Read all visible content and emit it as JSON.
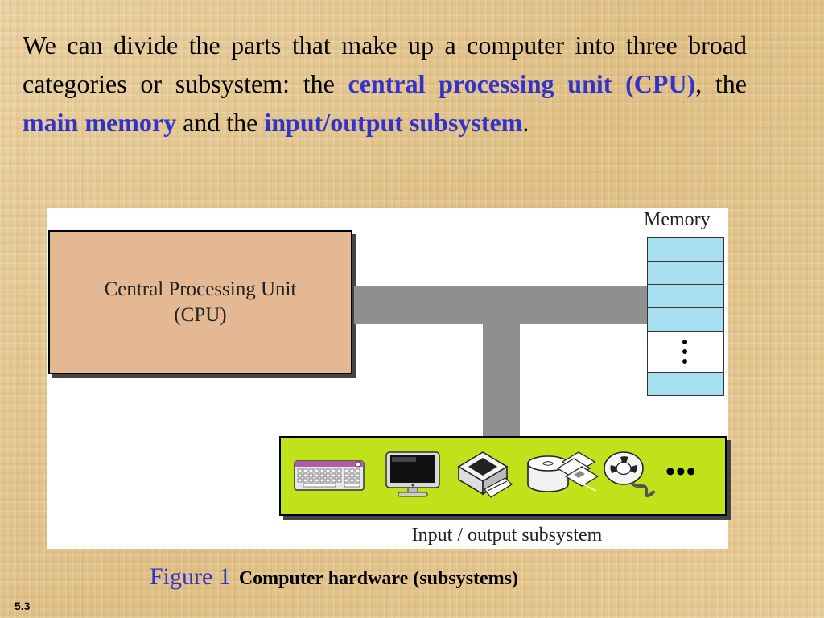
{
  "intro": {
    "part1": "We can divide the parts that make up a computer into three broad categories or subsystem: the ",
    "term1": "central processing unit (CPU)",
    "part2": ", the ",
    "term2": "main memory",
    "part3": " and the ",
    "term3": "input/output subsystem",
    "part4": "."
  },
  "diagram": {
    "cpu_line1": "Central Processing Unit",
    "cpu_line2": "(CPU)",
    "memory_title": "Memory",
    "io_label": "Input / output subsystem",
    "io_ellipsis": "•••",
    "io_devices": [
      "keyboard-icon",
      "monitor-icon",
      "printer-icon",
      "disk-icon",
      "floppy-icon",
      "tape-reel-icon"
    ]
  },
  "caption": {
    "figure": "Figure 1",
    "text": "Computer hardware (subsystems)"
  },
  "slide_number": "5.3",
  "colors": {
    "highlight": "#3333cc",
    "cpu_fill": "#e3b893",
    "io_fill": "#bfe21a",
    "memory_cell": "#a8dff0",
    "bus": "#8f8f8f"
  }
}
